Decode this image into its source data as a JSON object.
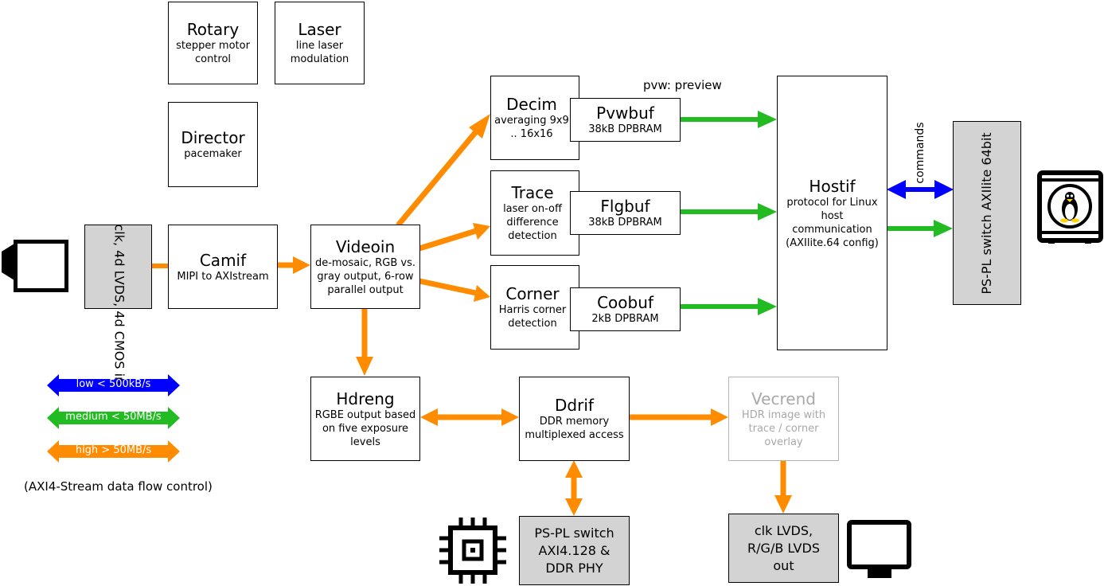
{
  "blocks": {
    "rotary": {
      "title": "Rotary",
      "sub": "stepper motor control"
    },
    "laser": {
      "title": "Laser",
      "sub": "line laser modulation"
    },
    "director": {
      "title": "Director",
      "sub": "pacemaker"
    },
    "camif": {
      "title": "Camif",
      "sub": "MIPI to AXIstream"
    },
    "videoin": {
      "title": "Videoin",
      "sub": "de-mosaic, RGB vs. gray output, 6-row parallel output"
    },
    "decim": {
      "title": "Decim",
      "sub": "averaging 9x9 .. 16x16"
    },
    "trace": {
      "title": "Trace",
      "sub": "laser on-off difference detection"
    },
    "corner": {
      "title": "Corner",
      "sub": "Harris corner detection"
    },
    "pvwbuf": {
      "title": "Pvwbuf",
      "sub": "38kB DPBRAM"
    },
    "flgbuf": {
      "title": "Flgbuf",
      "sub": "38kB DPBRAM"
    },
    "coobuf": {
      "title": "Coobuf",
      "sub": "2kB DPBRAM"
    },
    "hostif": {
      "title": "Hostif",
      "sub": "protocol for Linux host communication (AXIlite.64 config)"
    },
    "hdreng": {
      "title": "Hdreng",
      "sub": "RGBE output based on five exposure levels"
    },
    "ddrif": {
      "title": "Ddrif",
      "sub": "DDR memory multiplexed access"
    },
    "vecrend": {
      "title": "Vecrend",
      "sub": "HDR image with trace / corner overlay"
    }
  },
  "gray_boxes": {
    "cmos_in": "clk, 4d LVDS, 4d CMOS in",
    "ps_pl_axilite": "PS-PL switch AXIlite 64bit",
    "ps_pl_axi4": "PS-PL switch AXI4.128 & DDR PHY",
    "lvds_out": "clk LVDS, R/G/B LVDS out"
  },
  "annotations": {
    "pvw_preview": "pvw: preview",
    "commands": "commands"
  },
  "legend": {
    "items": [
      {
        "label": "low < 500kB/s",
        "color": "#0000ff"
      },
      {
        "label": "medium < 50MB/s",
        "color": "#22bb22"
      },
      {
        "label": "high > 50MB/s",
        "color": "#ff8c00"
      }
    ],
    "note": "(AXI4-Stream data flow control)"
  },
  "icons": [
    "camera-icon",
    "linux-server-icon",
    "chip-icon",
    "monitor-icon"
  ],
  "colors": {
    "orange": "#ff8c00",
    "green": "#22bb22",
    "blue": "#0000ff",
    "gray_fill": "#d3d3d3"
  }
}
